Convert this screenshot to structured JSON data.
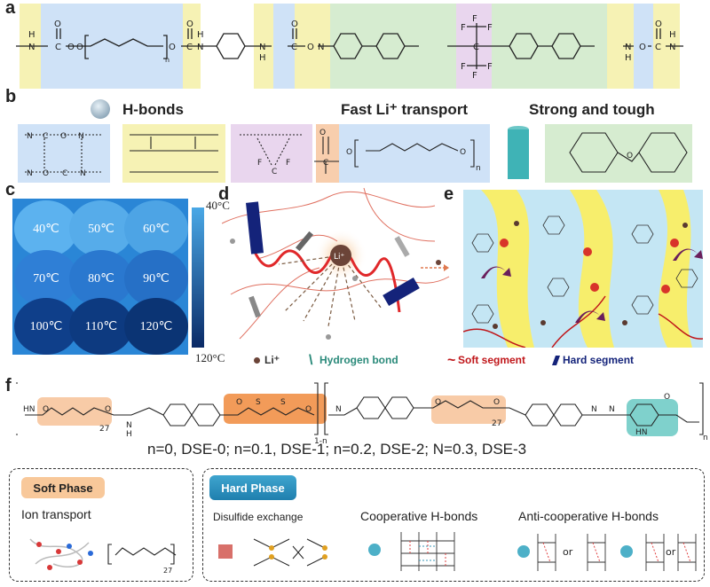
{
  "panels": {
    "a": "a",
    "b": "b",
    "c": "c",
    "d": "d",
    "e": "e",
    "f": "f"
  },
  "b": {
    "hbonds": "H-bonds",
    "transport": "Fast Li⁺ transport",
    "tough": "Strong and tough"
  },
  "c": {
    "wells": [
      "40℃",
      "50℃",
      "60℃",
      "70℃",
      "80℃",
      "90℃",
      "100℃",
      "110℃",
      "120℃"
    ],
    "scale_top": "40°C",
    "scale_bottom": "120°C"
  },
  "d": {
    "li": "Li⁺",
    "legend_li": "Li⁺",
    "legend_hb": "Hydrogen bond"
  },
  "e": {
    "legend_soft": "Soft segment",
    "legend_hard": "Hard segment"
  },
  "f": {
    "formula": "n=0, DSE-0; n=0.1, DSE-1; n=0.2, DSE-2; N=0.3, DSE-3",
    "sub27a": "27",
    "sub27b": "27",
    "sub1n": "1-n",
    "subn": "n"
  },
  "phases": {
    "soft": "Soft Phase",
    "hard": "Hard Phase",
    "ion": "Ion transport",
    "disulfide": "Disulfide exchange",
    "coop": "Cooperative H-bonds",
    "anticoop": "Anti-cooperative H-bonds",
    "or1": "or",
    "or2": "or",
    "sub27": "27"
  },
  "colors": {
    "yellow": "#f6f2b4",
    "blue": "#cfe2f7",
    "green": "#d6ecd0",
    "purple": "#e9d6ee",
    "orange": "#f5b98a",
    "teal": "#7fd1cc",
    "scaleTop": "#4aa8e6",
    "scaleBot": "#0a2a66"
  }
}
